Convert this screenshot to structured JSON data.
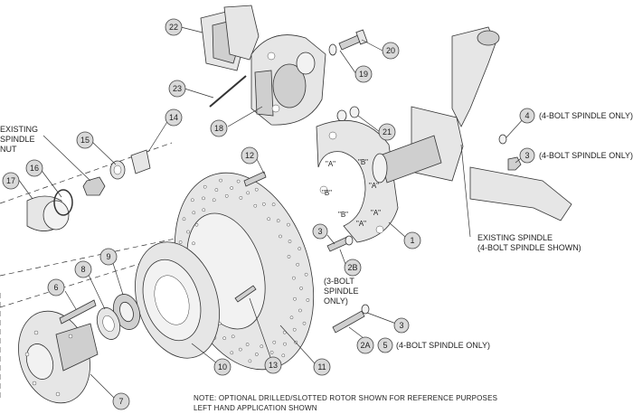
{
  "labels": {
    "existing_spindle_nut": [
      "EXISTING",
      "SPINDLE",
      "NUT"
    ],
    "bolt4_spindle_only_a": "(4-BOLT SPINDLE ONLY)",
    "bolt4_spindle_only_b": "(4-BOLT SPINDLE ONLY)",
    "existing_spindle": [
      "EXISTING SPINDLE",
      "(4-BOLT SPINDLE SHOWN)"
    ],
    "bolt3_spindle_only": [
      "(3-BOLT",
      "SPINDLE",
      "ONLY)"
    ],
    "bolt4_spindle_only_c": "(4-BOLT SPINDLE ONLY)"
  },
  "callouts": {
    "c22": "22",
    "c20": "20",
    "c19": "19",
    "c23": "23",
    "c18": "18",
    "c21": "21",
    "c14": "14",
    "c15": "15",
    "c16": "16",
    "c17": "17",
    "c12": "12",
    "c4": "4",
    "c3a": "3",
    "c3b": "3",
    "c3c": "3",
    "c1": "1",
    "c2b": "2B",
    "c2a": "2A",
    "c5": "5",
    "c6": "6",
    "c8": "8",
    "c9": "9",
    "c10": "10",
    "c11": "11",
    "c13": "13",
    "c7": "7"
  },
  "bracket_marks": [
    "\"A\"",
    "\"B\"",
    "\"A\"",
    "\"B\"",
    "\"A\"",
    "\"B\"",
    "\"A\""
  ],
  "note": {
    "line1": "NOTE: OPTIONAL DRILLED/SLOTTED ROTOR SHOWN FOR REFERENCE PURPOSES",
    "line2": "LEFT HAND APPLICATION SHOWN"
  },
  "colors": {
    "bubble": "#d9d9d9",
    "line": "#333333",
    "part": "#e6e6e6"
  }
}
